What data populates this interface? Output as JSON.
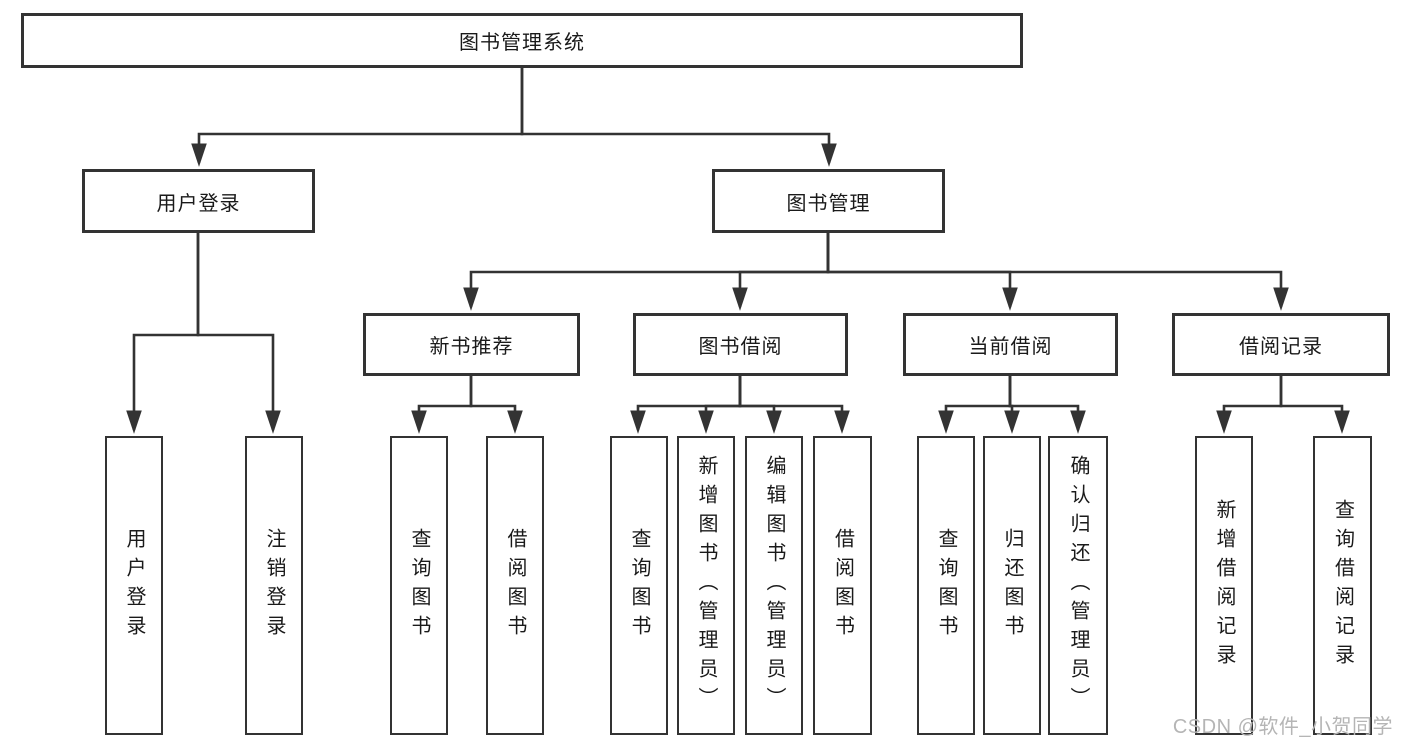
{
  "diagram": {
    "colors": {
      "line": "#333333",
      "text": "#1a1a1a",
      "background": "#ffffff",
      "watermark": "#b5b5b5"
    },
    "watermark": "CSDN @软件_小贺同学",
    "tree": {
      "root": "图书管理系统",
      "children": [
        {
          "label": "用户登录",
          "children": [
            "用户登录",
            "注销登录"
          ]
        },
        {
          "label": "图书管理",
          "children": [
            {
              "label": "新书推荐",
              "children": [
                "查询图书",
                "借阅图书"
              ]
            },
            {
              "label": "图书借阅",
              "children": [
                "查询图书",
                "新增图书（管理员）",
                "编辑图书（管理员）",
                "借阅图书"
              ]
            },
            {
              "label": "当前借阅",
              "children": [
                "查询图书",
                "归还图书",
                "确认归还（管理员）"
              ]
            },
            {
              "label": "借阅记录",
              "children": [
                "新增借阅记录",
                "查询借阅记录"
              ]
            }
          ]
        }
      ]
    }
  }
}
